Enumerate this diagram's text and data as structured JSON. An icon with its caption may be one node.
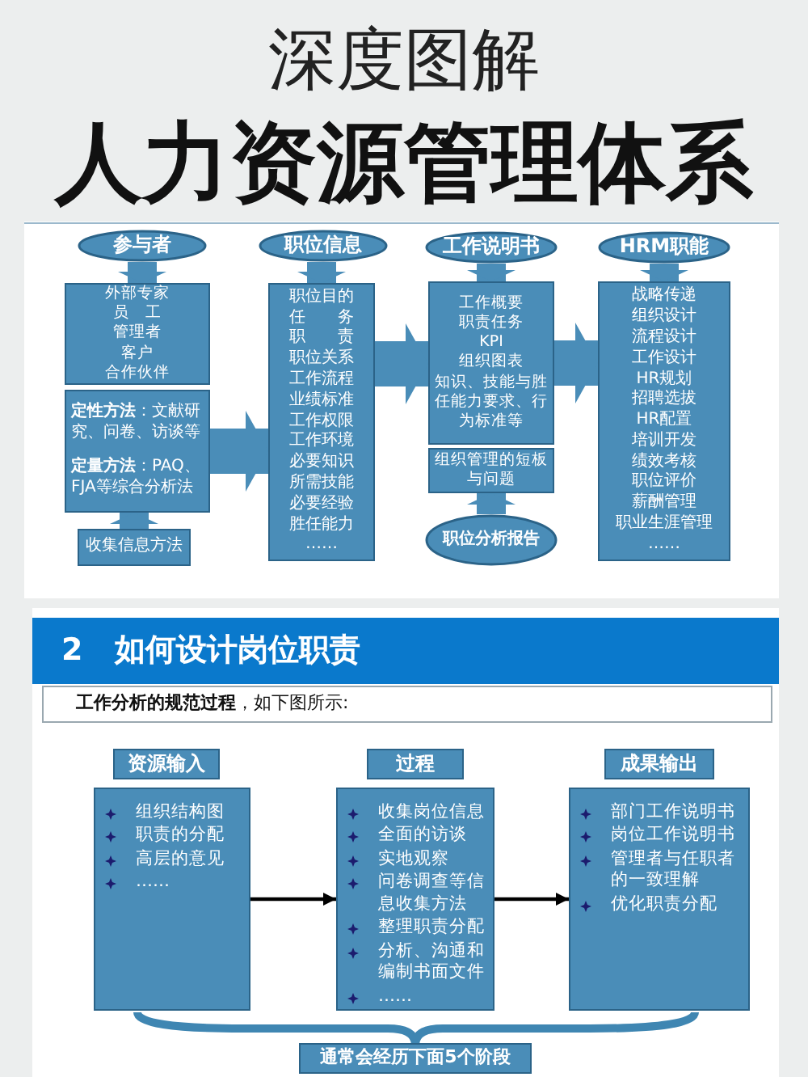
{
  "diagram": {
    "title": "人力资源管理体系",
    "nodes": [
      {
        "text": [
          "参与者"
        ]
      },
      {
        "text": [
          "外部专家",
          "员　工",
          "管理者",
          "客户",
          "合作伙伴"
        ]
      },
      {
        "text": [
          "**定性方法**：文献研究、问卷、访谈等",
          "**定量方法**：PAQ、FJA等综合分析法"
        ]
      },
      {
        "text": [
          "收集信息方法"
        ]
      },
      {
        "text": [
          "职位信息"
        ]
      },
      {
        "text": [
          "职位目的",
          "任　　务",
          "职　　责",
          "职位关系",
          "工作流程",
          "业绩标准",
          "工作权限",
          "工作环境",
          "必要知识",
          "所需技能",
          "必要经验",
          "胜任能力",
          "……"
        ]
      },
      {
        "text": [
          "工作说明书"
        ]
      },
      {
        "text": [
          "工作概要",
          "职责任务",
          "KPI",
          "组织图表",
          "知识、技能与胜任能力要求、行为标准等"
        ]
      },
      {
        "text": [
          "组织管理的短板与问题"
        ]
      },
      {
        "text": [
          "职位分析报告"
        ]
      },
      {
        "text": [
          "HRM职能"
        ]
      },
      {
        "text": [
          "战略传递",
          "组织设计",
          "流程设计",
          "工作设计",
          "HR规划",
          "招聘选拔",
          "HR配置",
          "培训开发",
          "绩效考核",
          "职位评价",
          "薪酬管理",
          "职业生涯管理",
          "……"
        ]
      },
      {
        "text": [
          "2",
          "如何设计岗位职责"
        ]
      },
      {
        "text": [
          "**工作分析的规范过程**，如下图所示:"
        ]
      },
      {
        "text": [
          "资源输入"
        ]
      },
      {
        "text": [
          "组织结构图",
          "职责的分配",
          "高层的意见",
          "……"
        ]
      },
      {
        "text": [
          "过程"
        ]
      },
      {
        "text": [
          "收集岗位信息",
          "全面的访谈",
          "实地观察",
          "问卷调查等信息收集方法",
          "整理职责分配",
          "分析、沟通和编制书面文件",
          "……"
        ]
      },
      {
        "text": [
          "成果输出"
        ]
      },
      {
        "text": [
          "部门工作说明书",
          "岗位工作说明书",
          "管理者与任职者的一致理解",
          "优化职责分配"
        ]
      },
      {
        "text": [
          "通常会经历下面5个阶段"
        ]
      }
    ],
    "edges": [
      {
        "from": 0,
        "to": 1,
        "arrow": "to"
      },
      {
        "from": 3,
        "to": 2,
        "arrow": "to"
      },
      {
        "from": 2,
        "to": 5,
        "arrow": "to"
      },
      {
        "from": 4,
        "to": 5,
        "arrow": "to"
      },
      {
        "from": 6,
        "to": 7,
        "arrow": "to"
      },
      {
        "from": 9,
        "to": 8,
        "arrow": "to"
      },
      {
        "from": 5,
        "to": 7,
        "arrow": "to"
      },
      {
        "from": 10,
        "to": 11,
        "arrow": "to"
      },
      {
        "from": 7,
        "to": 11,
        "arrow": "to"
      },
      {
        "from": 15,
        "to": 17,
        "arrow": "to",
        "color": "#000000"
      },
      {
        "from": 17,
        "to": 19,
        "arrow": "to",
        "color": "#000000"
      }
    ],
    "labels": [
      "深度图解"
    ]
  }
}
